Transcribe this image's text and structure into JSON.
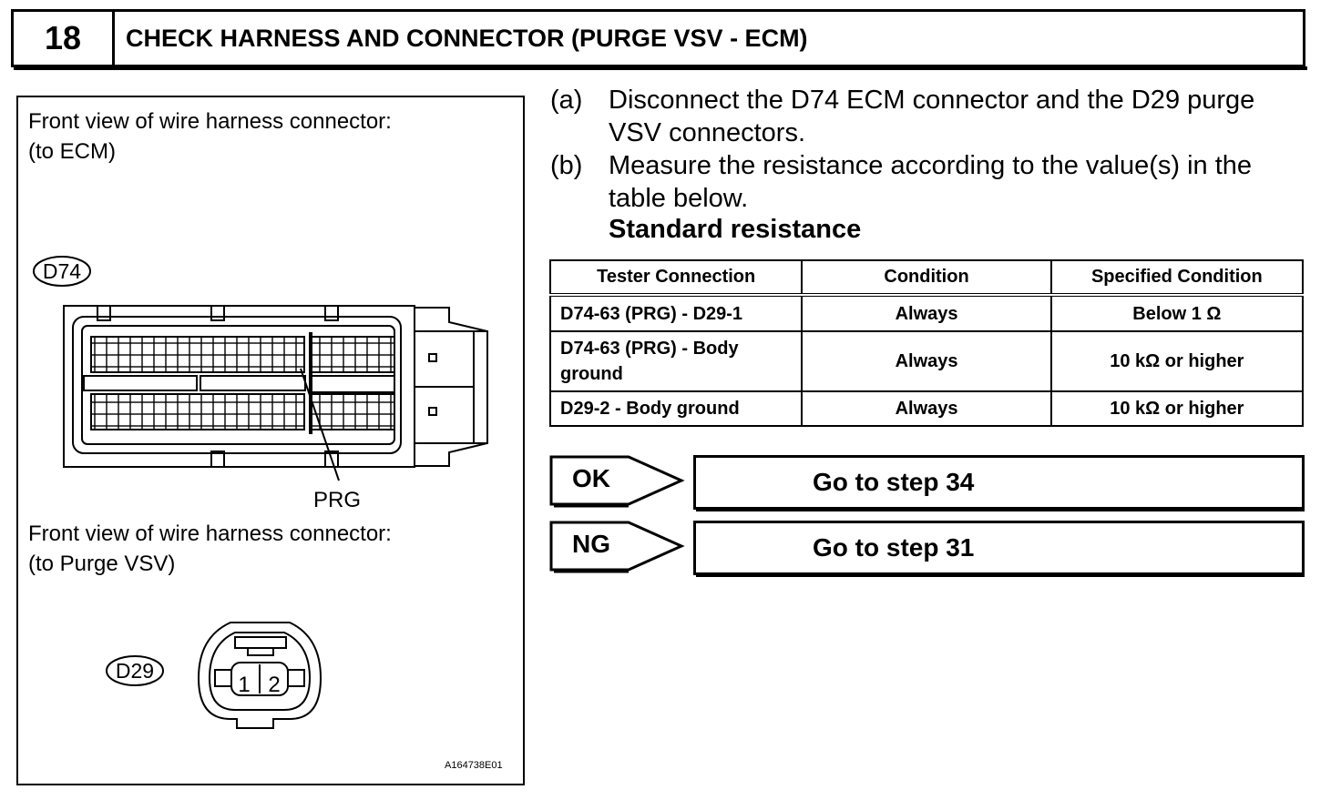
{
  "header": {
    "step_number": "18",
    "title": "CHECK HARNESS AND CONNECTOR (PURGE VSV - ECM)"
  },
  "figure": {
    "ecm_caption_line1": "Front view of wire harness connector:",
    "ecm_caption_line2": "(to ECM)",
    "ecm_connector_id": "D74",
    "prg_label": "PRG",
    "vsv_caption_line1": "Front view of wire harness connector:",
    "vsv_caption_line2": "(to Purge VSV)",
    "vsv_connector_id": "D29",
    "pin1": "1",
    "pin2": "2",
    "reference_code": "A164738E01"
  },
  "instructions": [
    {
      "letter": "(a)",
      "line1": "Disconnect the D74 ECM connector and the D29 purge",
      "line2": "VSV connectors."
    },
    {
      "letter": "(b)",
      "line1": "Measure the resistance according to the value(s) in the",
      "line2": "table below."
    }
  ],
  "standard_resistance_label": "Standard resistance",
  "table": {
    "headers": [
      "Tester Connection",
      "Condition",
      "Specified Condition"
    ],
    "rows": [
      [
        "D74-63 (PRG) - D29-1",
        "Always",
        "Below 1 Ω"
      ],
      [
        "D74-63 (PRG) - Body ground",
        "Always",
        "10 kΩ or higher"
      ],
      [
        "D29-2 - Body ground",
        "Always",
        "10 kΩ or higher"
      ]
    ]
  },
  "results": [
    {
      "tag": "OK",
      "action": "Go to step 34"
    },
    {
      "tag": "NG",
      "action": "Go to step 31"
    }
  ]
}
